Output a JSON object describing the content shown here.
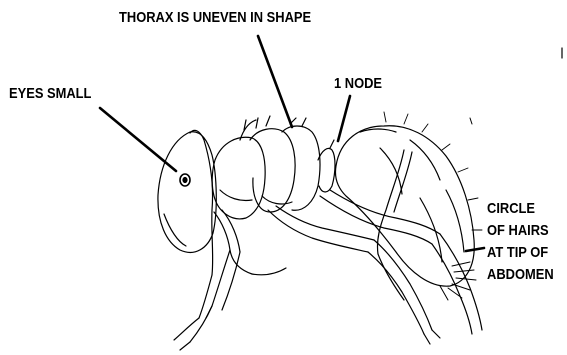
{
  "labels": {
    "thorax": "THORAX IS UNEVEN IN SHAPE",
    "node": "1 NODE",
    "eyes": "EYES SMALL",
    "circle_lines": [
      "CIRCLE",
      "OF HAIRS",
      "AT TIP OF",
      "ABDOMEN"
    ]
  },
  "colors": {
    "ink": "#000000",
    "background": "#ffffff"
  },
  "icons": {
    "subject": "ant-side-view-illustration"
  }
}
